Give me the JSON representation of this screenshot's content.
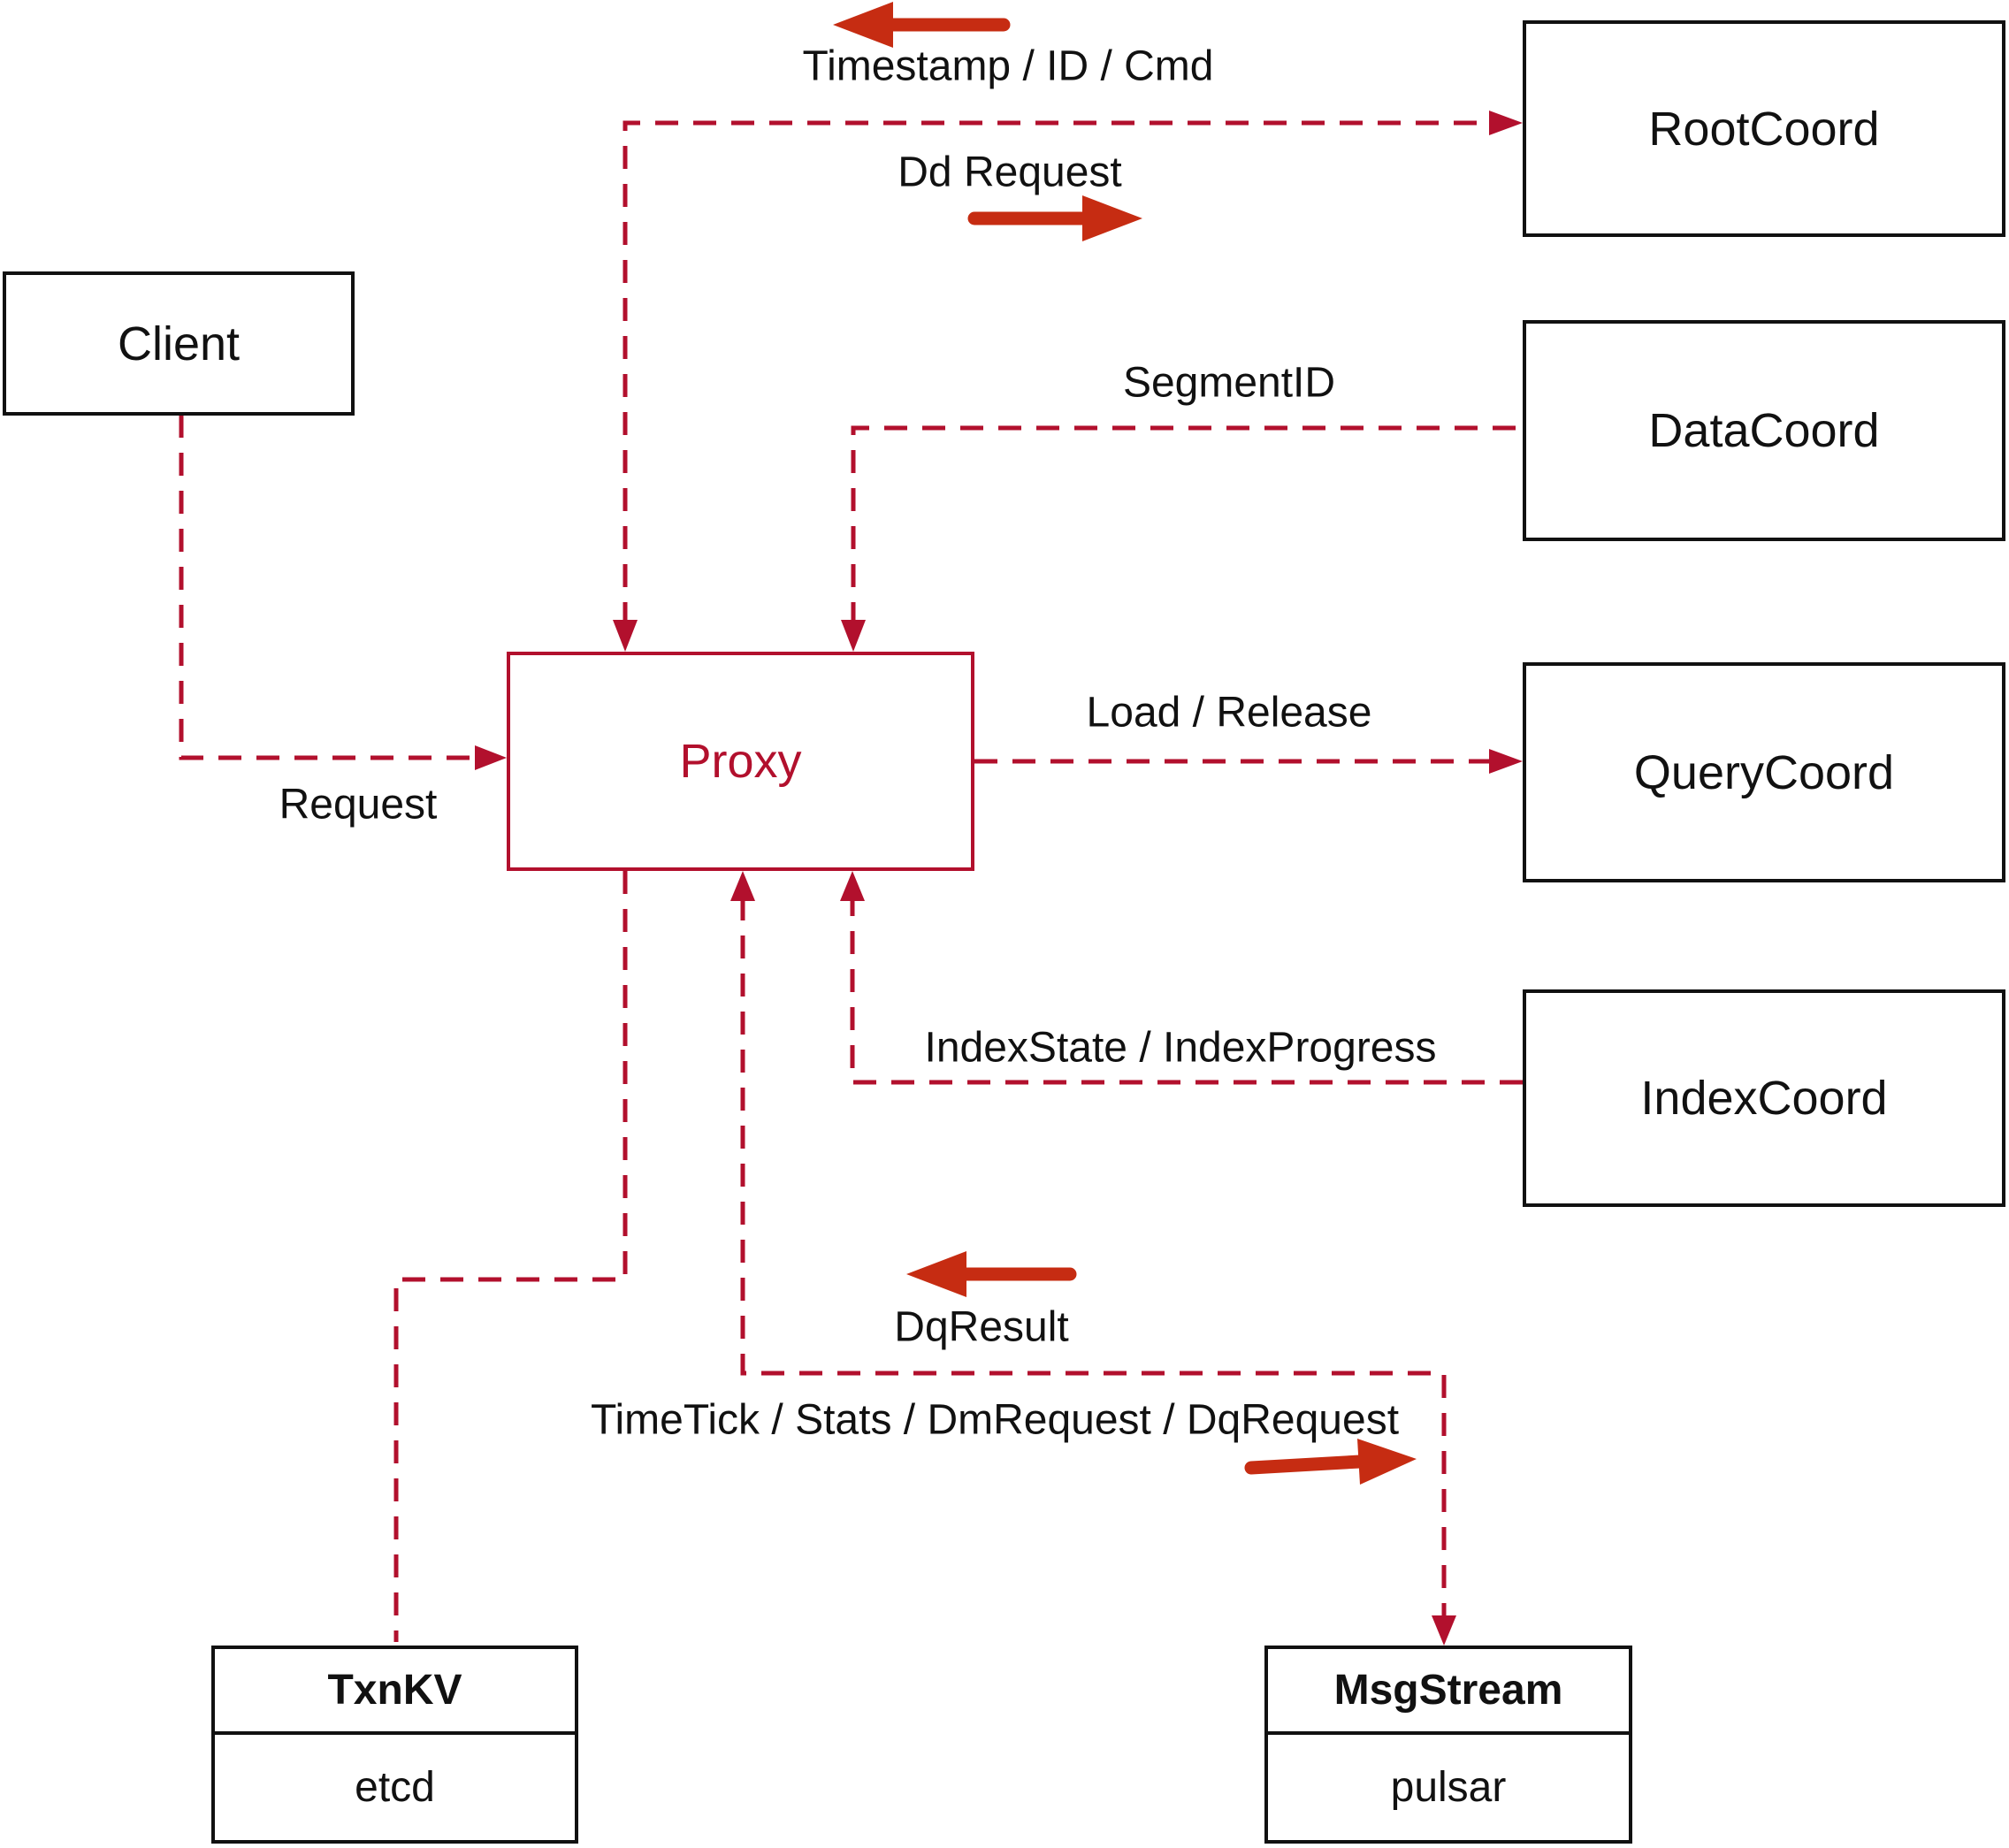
{
  "colors": {
    "line_red": "#b2102d",
    "arrow_red": "#c62c12",
    "box_border": "#111111",
    "text": "#111111",
    "background": "#ffffff"
  },
  "nodes": {
    "client": {
      "label": "Client"
    },
    "proxy": {
      "label": "Proxy"
    },
    "root_coord": {
      "label": "RootCoord"
    },
    "data_coord": {
      "label": "DataCoord"
    },
    "query_coord": {
      "label": "QueryCoord"
    },
    "index_coord": {
      "label": "IndexCoord"
    },
    "txn_kv": {
      "title": "TxnKV",
      "impl": "etcd"
    },
    "msg_stream": {
      "title": "MsgStream",
      "impl": "pulsar"
    }
  },
  "edges": {
    "timestamp": {
      "label": "Timestamp / ID / Cmd",
      "from": "RootCoord",
      "to": "Proxy"
    },
    "dd_request": {
      "label": "Dd Request",
      "from": "Proxy",
      "to": "RootCoord"
    },
    "segment_id": {
      "label": "SegmentID",
      "from": "DataCoord",
      "to": "Proxy"
    },
    "request": {
      "label": "Request",
      "from": "Client",
      "to": "Proxy"
    },
    "load_release": {
      "label": "Load / Release",
      "from": "Proxy",
      "to": "QueryCoord"
    },
    "index_state": {
      "label": "IndexState / IndexProgress",
      "from": "IndexCoord",
      "to": "Proxy"
    },
    "dq_result": {
      "label": "DqResult",
      "from": "MsgStream",
      "to": "Proxy"
    },
    "time_tick": {
      "label": "TimeTick / Stats / DmRequest / DqRequest",
      "from": "Proxy",
      "to": "MsgStream"
    }
  }
}
